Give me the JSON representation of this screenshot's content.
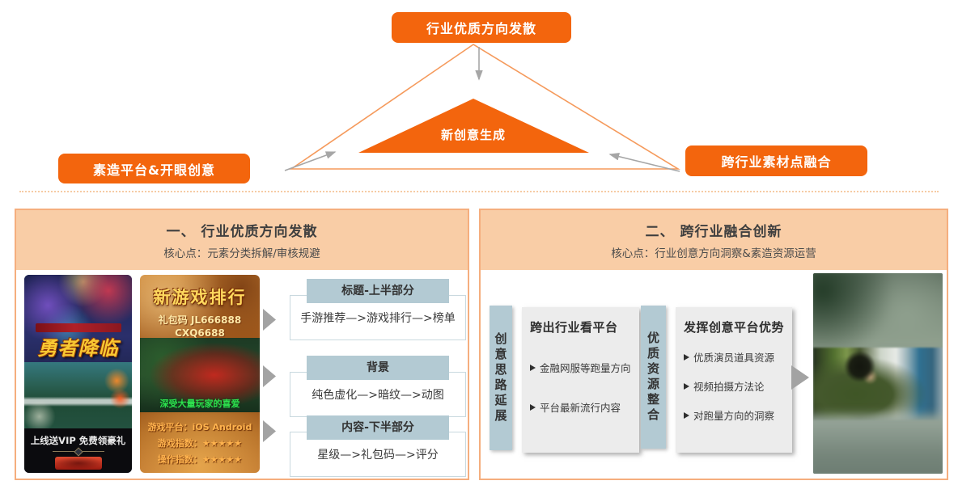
{
  "diagram": {
    "top_node": "行业优质方向发散",
    "center_node": "新创意生成",
    "left_node": "素造平台&开眼创意",
    "right_node": "跨行业素材点融合"
  },
  "left_panel": {
    "title": "一、 行业优质方向发散",
    "subtitle": "核心点：元素分类拆解/审核规避",
    "rows": [
      {
        "header": "标题-上半部分",
        "body": "手游推荐—>游戏排行—>榜单"
      },
      {
        "header": "背景",
        "body": "纯色虚化—>暗纹—>动图"
      },
      {
        "header": "内容-下半部分",
        "body": "星级—>礼包码—>评分"
      }
    ],
    "poster1": {
      "title": "勇者降临",
      "promo": "上线送VIP 免费领豪礼"
    },
    "poster2": {
      "title": "新游戏排行",
      "code_line1": "礼包码 JL666888",
      "code_line2": "CXQ6688",
      "caption": "深受大量玩家的喜爱",
      "platform": "游戏平台：iOS Android",
      "rating1": "游戏指数：★★★★★",
      "rating2": "操作指数：★★★★★"
    }
  },
  "right_panel": {
    "title": "二、 跨行业融合创新",
    "subtitle": "核心点：行业创意方向洞察&素造资源运营",
    "vertical_label1": "创意思路延展",
    "vertical_label2": "优质资源整合",
    "box1": {
      "title": "跨出行业看平台",
      "bullets": [
        "金融网服等跑量方向",
        "平台最新流行内容"
      ]
    },
    "box2": {
      "title": "发挥创意平台优势",
      "bullets": [
        "优质演员道具资源",
        "视频拍摄方法论",
        "对跑量方向的洞察"
      ]
    }
  },
  "icons": {
    "bullet": "triangle-right-arrowhead",
    "flow_arrow": "gray-right-triangle",
    "funnel_arrows": "gray-thin-arrows"
  },
  "colors": {
    "accent_orange": "#F3650D",
    "triangle_outline": "#F59A5C",
    "panel_border": "#F5AE7E",
    "panel_header_bg": "#F9CDA6",
    "chip_blue": "#B3CAD3",
    "gray_box": "#ECECEC",
    "gray_arrow": "#A3A3A3"
  }
}
